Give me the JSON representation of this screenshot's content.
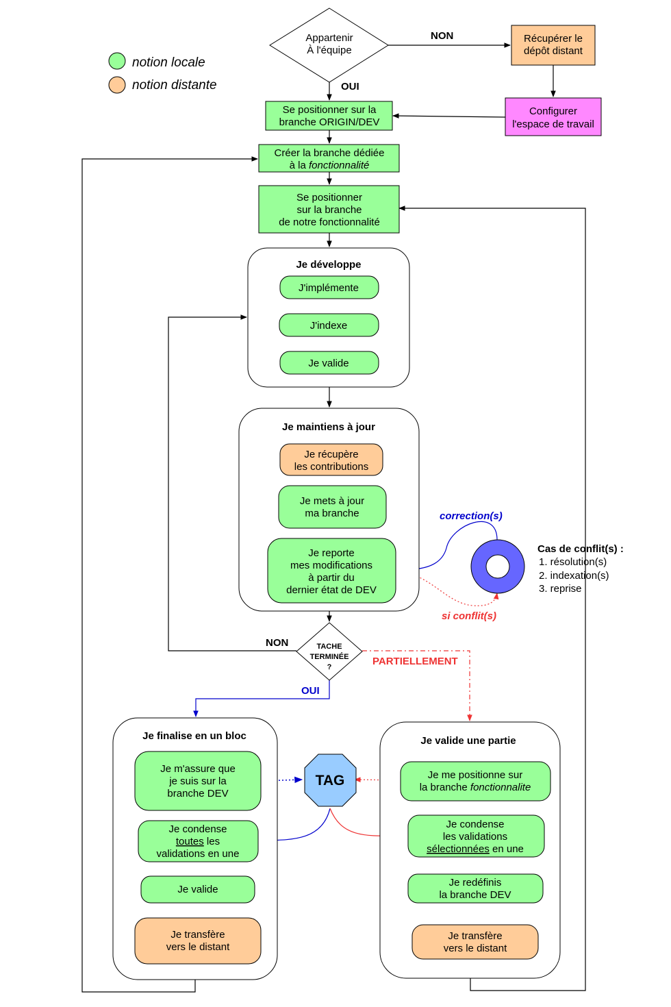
{
  "legend": {
    "local": "notion locale",
    "remote": "notion distante",
    "local_color": "#99ff99",
    "remote_color": "#ffcc99"
  },
  "colors": {
    "local": "#99ff99",
    "remote": "#ffcc99",
    "config": "#ff88ff",
    "tag": "#99ccff",
    "conflict_ring": "#6666ff"
  },
  "top": {
    "decision": [
      "Appartenir",
      "À l'équipe"
    ],
    "non": "NON",
    "oui": "OUI",
    "recuperer": [
      "Récupérer le",
      "dépôt distant"
    ],
    "configurer": [
      "Configurer",
      "l'espace de travail"
    ],
    "positionner_dev": [
      "Se positionner sur la",
      "branche ORIGIN/DEV"
    ],
    "creer_line1": "Créer la branche dédiée",
    "creer_line2_prefix": "à la ",
    "creer_line2_italic": "fonctionnalité",
    "positionner_fonc": [
      "Se positionner",
      "sur la branche",
      "de notre fonctionnalité"
    ]
  },
  "develop": {
    "title": "Je développe",
    "implemente": "J'implémente",
    "indexe": "J'indexe",
    "valide": "Je valide"
  },
  "maintain": {
    "title": "Je maintiens à jour",
    "recupere": [
      "Je récupère",
      "les contributions"
    ],
    "mets_a_jour": [
      "Je mets à jour",
      "ma branche"
    ],
    "reporte": [
      "Je reporte",
      "mes modifications",
      "à partir du",
      "dernier état de DEV"
    ]
  },
  "conflict": {
    "correction": "correction(s)",
    "si_conflit": "si conflit(s)",
    "title": "Cas de conflit(s) :",
    "steps": [
      "1. résolution(s)",
      "2. indexation(s)",
      "3. reprise"
    ]
  },
  "decision2": {
    "lines": [
      "TACHE",
      "TERMINÉE",
      "?"
    ],
    "non": "NON",
    "oui": "OUI",
    "partiellement": "PARTIELLEMENT"
  },
  "tag": "TAG",
  "finalize": {
    "title": "Je finalise en un bloc",
    "assure": [
      "Je m'assure que",
      "je suis sur la",
      "branche DEV"
    ],
    "condense_line1": "Je condense",
    "condense_u": "toutes",
    "condense_rest": " les",
    "condense_line3": "validations en une",
    "valide": "Je valide",
    "transfere": [
      "Je transfère",
      "vers le distant"
    ]
  },
  "partial": {
    "title": "Je valide une partie",
    "positionne_line1": "Je me positionne sur",
    "positionne_prefix": "la branche ",
    "positionne_italic": "fonctionnalite",
    "condense_line1": "Je condense",
    "condense_line2": "les validations",
    "condense_u": "sélectionnées",
    "condense_rest": " en une",
    "redefinis": [
      "Je redéfinis",
      "la branche DEV"
    ],
    "transfere": [
      "Je transfère",
      "vers le distant"
    ]
  }
}
